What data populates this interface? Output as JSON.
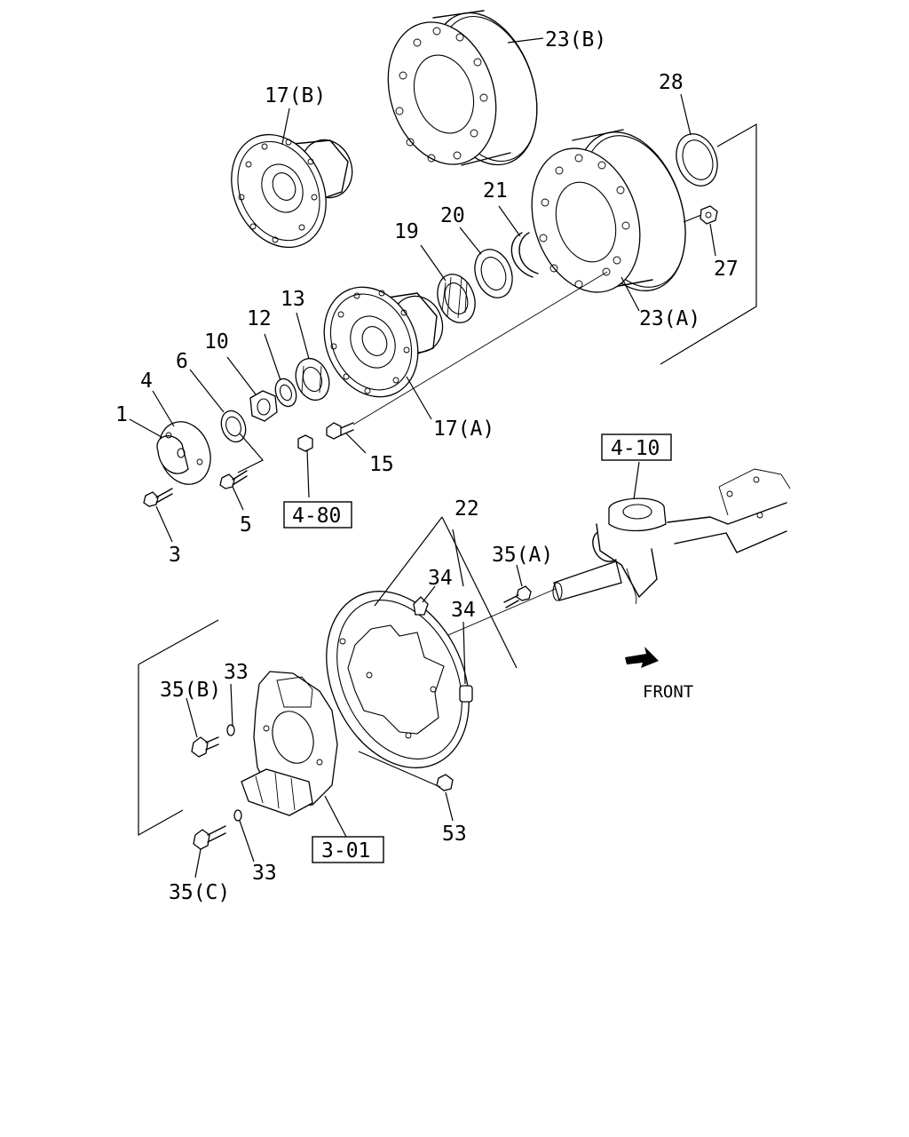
{
  "callouts": {
    "p1": "1",
    "p3": "3",
    "p4": "4",
    "p5": "5",
    "p6": "6",
    "p10": "10",
    "p12": "12",
    "p13": "13",
    "p15": "15",
    "p17a": "17(A)",
    "p17b": "17(B)",
    "p19": "19",
    "p20": "20",
    "p21": "21",
    "p22": "22",
    "p23a": "23(A)",
    "p23b": "23(B)",
    "p27": "27",
    "p28": "28",
    "p33a": "33",
    "p33b": "33",
    "p34a": "34",
    "p34b": "34",
    "p35a": "35(A)",
    "p35b": "35(B)",
    "p35c": "35(C)",
    "p53": "53"
  },
  "references": {
    "r480": "4-80",
    "r410": "4-10",
    "r301": "3-01"
  },
  "direction": {
    "label": "FRONT"
  }
}
